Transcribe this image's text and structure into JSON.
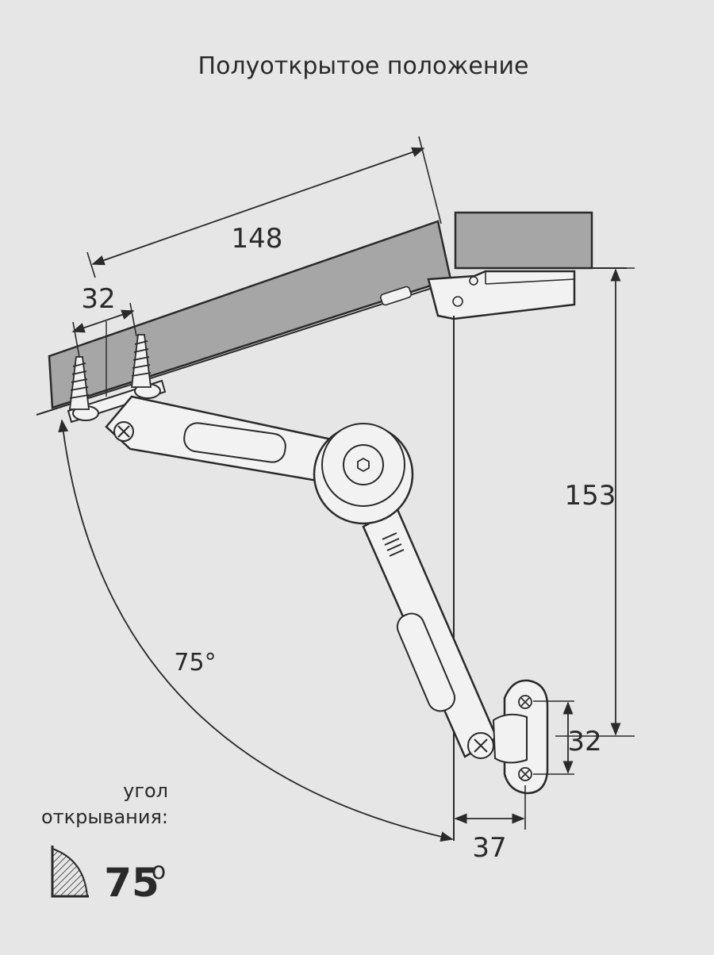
{
  "title": "Полуоткрытое положение",
  "dimensions": {
    "lid_length": "148",
    "screw_spacing": "32",
    "vertical_height": "153",
    "bracket_spacing": "32",
    "bracket_offset": "37"
  },
  "angle_label": "75°",
  "legend": {
    "caption_line1": "угол",
    "caption_line2": "открывания:",
    "value": "75",
    "degree_symbol": "o"
  },
  "colors": {
    "background": "#e6e6e6",
    "panel": "#a6a6a6",
    "metal": "#f2f2f2",
    "line": "#2a2a2a"
  }
}
